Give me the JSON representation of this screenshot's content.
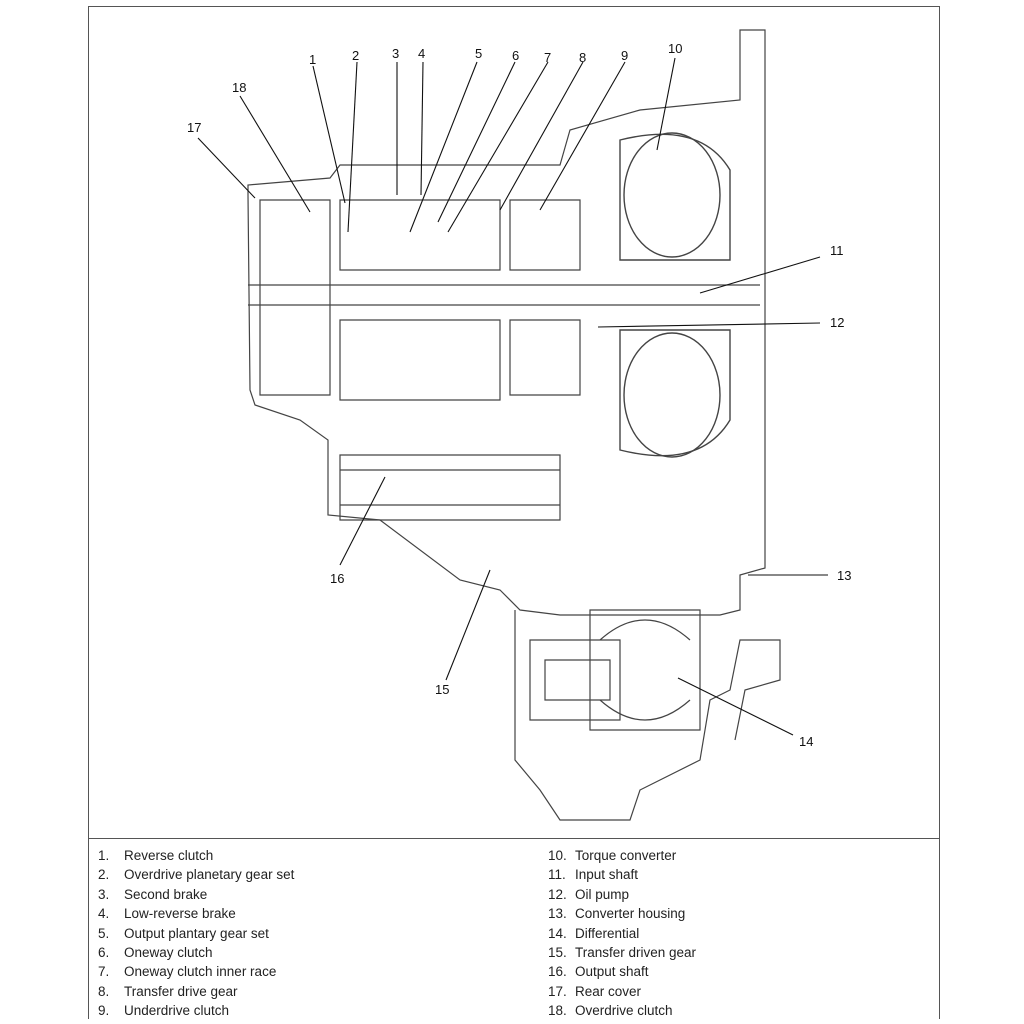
{
  "diagram": {
    "callouts": [
      "1",
      "2",
      "3",
      "4",
      "5",
      "6",
      "7",
      "8",
      "9",
      "10",
      "11",
      "12",
      "13",
      "14",
      "15",
      "16",
      "17",
      "18"
    ]
  },
  "legend": {
    "left": [
      {
        "num": "1.",
        "label": "Reverse clutch"
      },
      {
        "num": "2.",
        "label": "Overdrive planetary gear set"
      },
      {
        "num": "3.",
        "label": "Second brake"
      },
      {
        "num": "4.",
        "label": "Low-reverse brake"
      },
      {
        "num": "5.",
        "label": "Output plantary gear set"
      },
      {
        "num": "6.",
        "label": "Oneway clutch"
      },
      {
        "num": "7.",
        "label": "Oneway clutch inner race"
      },
      {
        "num": "8.",
        "label": "Transfer drive gear"
      },
      {
        "num": "9.",
        "label": "Underdrive clutch"
      }
    ],
    "right": [
      {
        "num": "10.",
        "label": "Torque converter"
      },
      {
        "num": "11.",
        "label": "Input shaft"
      },
      {
        "num": "12.",
        "label": "Oil pump"
      },
      {
        "num": "13.",
        "label": "Converter housing"
      },
      {
        "num": "14.",
        "label": "Differential"
      },
      {
        "num": "15.",
        "label": "Transfer driven gear"
      },
      {
        "num": "16.",
        "label": "Output shaft"
      },
      {
        "num": "17.",
        "label": "Rear cover"
      },
      {
        "num": "18.",
        "label": "Overdrive clutch"
      }
    ]
  }
}
